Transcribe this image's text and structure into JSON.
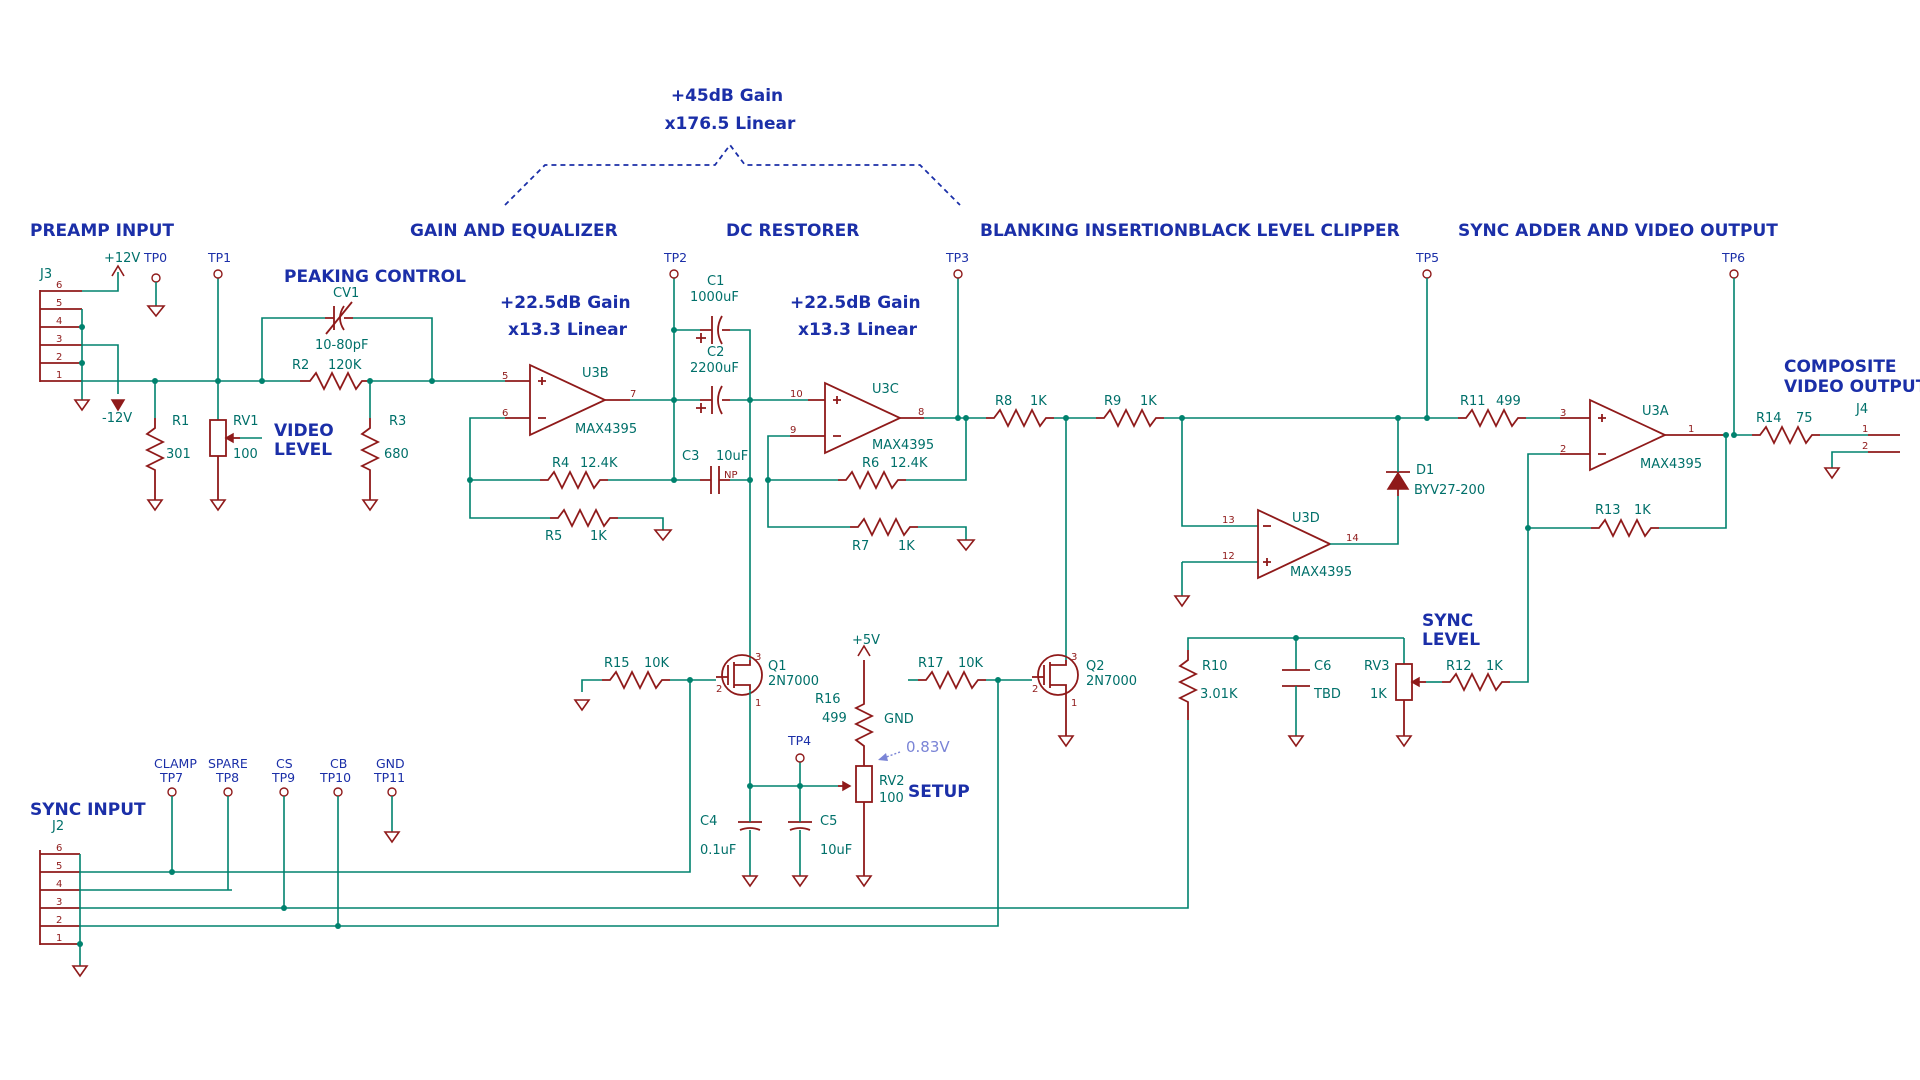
{
  "gain_total": {
    "line1": "+45dB Gain",
    "line2": "x176.5 Linear"
  },
  "sections": {
    "preamp_input": "PREAMP INPUT",
    "gain_equalizer": "GAIN AND EQUALIZER",
    "dc_restorer": "DC RESTORER",
    "blanking_insertion": "BLANKING INSERTION",
    "black_level_clipper": "BLACK LEVEL CLIPPER",
    "sync_adder": "SYNC ADDER AND VIDEO OUTPUT",
    "composite_out_1": "COMPOSITE",
    "composite_out_2": "VIDEO OUTPUT",
    "peaking_control": "PEAKING CONTROL",
    "video_level_1": "VIDEO",
    "video_level_2": "LEVEL",
    "sync_input": "SYNC INPUT",
    "sync_level_1": "SYNC",
    "sync_level_2": "LEVEL",
    "setup": "SETUP"
  },
  "stage_gains": {
    "u3b_line1": "+22.5dB Gain",
    "u3b_line2": "x13.3 Linear",
    "u3c_line1": "+22.5dB Gain",
    "u3c_line2": "x13.3 Linear"
  },
  "connectors": {
    "j3": "J3",
    "j2": "J2",
    "j4": "J4",
    "j3_pins": [
      "6",
      "5",
      "4",
      "3",
      "2",
      "1"
    ],
    "j2_pins": [
      "6",
      "5",
      "4",
      "3",
      "2",
      "1"
    ],
    "j4_pins": [
      "1",
      "2"
    ]
  },
  "power": {
    "p12": "+12V",
    "n12": "-12V",
    "p5": "+5V",
    "gnd": "GND"
  },
  "test_points": {
    "tp0": "TP0",
    "tp1": "TP1",
    "tp2": "TP2",
    "tp3": "TP3",
    "tp4": "TP4",
    "tp5": "TP5",
    "tp6": "TP6",
    "tp7": "TP7",
    "tp8": "TP8",
    "tp9": "TP9",
    "tp10": "TP10",
    "tp11": "TP11"
  },
  "tp_labels": {
    "clamp": "CLAMP",
    "spare": "SPARE",
    "cs": "CS",
    "cb": "CB",
    "gnd": "GND"
  },
  "components": {
    "r1": {
      "ref": "R1",
      "val": "301"
    },
    "rv1": {
      "ref": "RV1",
      "val": "100"
    },
    "cv1": {
      "ref": "CV1",
      "val": "10-80pF"
    },
    "r2": {
      "ref": "R2",
      "val": "120K"
    },
    "r3": {
      "ref": "R3",
      "val": "680"
    },
    "u3b": {
      "ref": "U3B",
      "val": "MAX4395"
    },
    "r4": {
      "ref": "R4",
      "val": "12.4K"
    },
    "r5": {
      "ref": "R5",
      "val": "1K"
    },
    "c1": {
      "ref": "C1",
      "val": "1000uF"
    },
    "c2": {
      "ref": "C2",
      "val": "2200uF"
    },
    "c3": {
      "ref": "C3",
      "val": "10uF",
      "np": "NP"
    },
    "u3c": {
      "ref": "U3C",
      "val": "MAX4395"
    },
    "r6": {
      "ref": "R6",
      "val": "12.4K"
    },
    "r7": {
      "ref": "R7",
      "val": "1K"
    },
    "r8": {
      "ref": "R8",
      "val": "1K"
    },
    "r9": {
      "ref": "R9",
      "val": "1K"
    },
    "u3d": {
      "ref": "U3D",
      "val": "MAX4395"
    },
    "d1": {
      "ref": "D1",
      "val": "BYV27-200"
    },
    "r11": {
      "ref": "R11",
      "val": "499"
    },
    "u3a": {
      "ref": "U3A",
      "val": "MAX4395"
    },
    "r13": {
      "ref": "R13",
      "val": "1K"
    },
    "r14": {
      "ref": "R14",
      "val": "75"
    },
    "q1": {
      "ref": "Q1",
      "val": "2N7000"
    },
    "q2": {
      "ref": "Q2",
      "val": "2N7000"
    },
    "r15": {
      "ref": "R15",
      "val": "10K"
    },
    "r16": {
      "ref": "R16",
      "val": "499"
    },
    "r17": {
      "ref": "R17",
      "val": "10K"
    },
    "rv2": {
      "ref": "RV2",
      "val": "100"
    },
    "c4": {
      "ref": "C4",
      "val": "0.1uF"
    },
    "c5": {
      "ref": "C5",
      "val": "10uF"
    },
    "r10": {
      "ref": "R10",
      "val": "3.01K"
    },
    "c6": {
      "ref": "C6",
      "val": "TBD"
    },
    "rv3": {
      "ref": "RV3",
      "val": "1K"
    },
    "r12": {
      "ref": "R12",
      "val": "1K"
    }
  },
  "pins": {
    "u3b_p": "5",
    "u3b_n": "6",
    "u3b_o": "7",
    "u3c_p": "10",
    "u3c_n": "9",
    "u3c_o": "8",
    "u3d_n": "13",
    "u3d_p": "12",
    "u3d_o": "14",
    "u3a_p": "3",
    "u3a_n": "2",
    "u3a_o": "1",
    "q_g": "2",
    "q_d": "3",
    "q_s": "1"
  },
  "probe_voltage": "0.83V"
}
